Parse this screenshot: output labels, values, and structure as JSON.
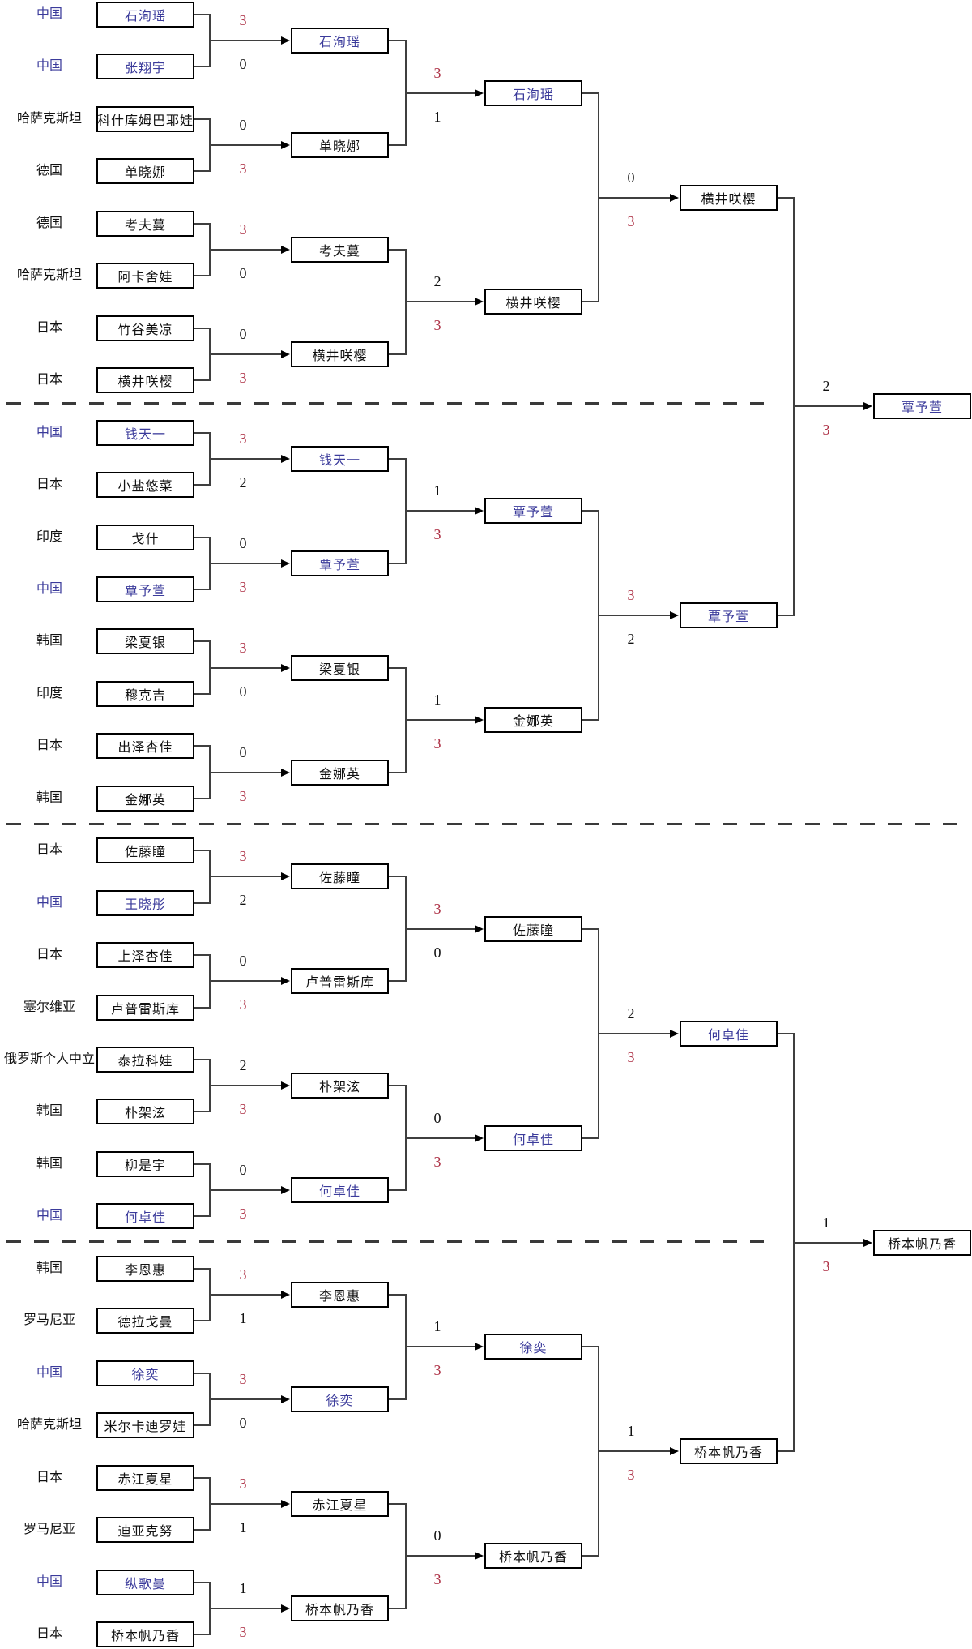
{
  "colors": {
    "china_blue": "#3b3b9b",
    "winner_red": "#ad2f44",
    "text_black": "#111111",
    "line_gray": "#3f3f3f"
  },
  "entries": [
    {
      "country": "中国",
      "name": "石洵瑶"
    },
    {
      "country": "中国",
      "name": "张翔宇"
    },
    {
      "country": "哈萨克斯坦",
      "name": "科什库姆巴耶娃"
    },
    {
      "country": "德国",
      "name": "单晓娜"
    },
    {
      "country": "德国",
      "name": "考夫蔓"
    },
    {
      "country": "哈萨克斯坦",
      "name": "阿卡舍娃"
    },
    {
      "country": "日本",
      "name": "竹谷美凉"
    },
    {
      "country": "日本",
      "name": "横井咲樱"
    },
    {
      "country": "中国",
      "name": "钱天一"
    },
    {
      "country": "日本",
      "name": "小盐悠菜"
    },
    {
      "country": "印度",
      "name": "戈什"
    },
    {
      "country": "中国",
      "name": "覃予萱"
    },
    {
      "country": "韩国",
      "name": "梁夏银"
    },
    {
      "country": "印度",
      "name": "穆克吉"
    },
    {
      "country": "日本",
      "name": "出泽杏佳"
    },
    {
      "country": "韩国",
      "name": "金娜英"
    },
    {
      "country": "日本",
      "name": "佐藤瞳"
    },
    {
      "country": "中国",
      "name": "王晓彤"
    },
    {
      "country": "日本",
      "name": "上泽杏佳"
    },
    {
      "country": "塞尔维亚",
      "name": "卢普雷斯库"
    },
    {
      "country": "俄罗斯个人中立",
      "name": "泰拉科娃"
    },
    {
      "country": "韩国",
      "name": "朴架泫"
    },
    {
      "country": "韩国",
      "name": "柳是宇"
    },
    {
      "country": "中国",
      "name": "何卓佳"
    },
    {
      "country": "韩国",
      "name": "李恩惠"
    },
    {
      "country": "罗马尼亚",
      "name": "德拉戈曼"
    },
    {
      "country": "中国",
      "name": "徐奕"
    },
    {
      "country": "哈萨克斯坦",
      "name": "米尔卡迪罗娃"
    },
    {
      "country": "日本",
      "name": "赤江夏星"
    },
    {
      "country": "罗马尼亚",
      "name": "迪亚克努"
    },
    {
      "country": "中国",
      "name": "纵歌曼"
    },
    {
      "country": "日本",
      "name": "桥本帆乃香"
    }
  ],
  "chinese_players": [
    "石洵瑶",
    "张翔宇",
    "钱天一",
    "覃予萱",
    "王晓彤",
    "何卓佳",
    "徐奕",
    "纵歌曼"
  ],
  "rounds": [
    {
      "name": "round-of-32",
      "matches": [
        {
          "top": "石洵瑶",
          "bottom": "张翔宇",
          "top_score": "3",
          "bottom_score": "0",
          "winner": "石洵瑶"
        },
        {
          "top": "科什库姆巴耶娃",
          "bottom": "单晓娜",
          "top_score": "0",
          "bottom_score": "3",
          "winner": "单晓娜"
        },
        {
          "top": "考夫蔓",
          "bottom": "阿卡舍娃",
          "top_score": "3",
          "bottom_score": "0",
          "winner": "考夫蔓"
        },
        {
          "top": "竹谷美凉",
          "bottom": "横井咲樱",
          "top_score": "0",
          "bottom_score": "3",
          "winner": "横井咲樱"
        },
        {
          "top": "钱天一",
          "bottom": "小盐悠菜",
          "top_score": "3",
          "bottom_score": "2",
          "winner": "钱天一"
        },
        {
          "top": "戈什",
          "bottom": "覃予萱",
          "top_score": "0",
          "bottom_score": "3",
          "winner": "覃予萱"
        },
        {
          "top": "梁夏银",
          "bottom": "穆克吉",
          "top_score": "3",
          "bottom_score": "0",
          "winner": "梁夏银"
        },
        {
          "top": "出泽杏佳",
          "bottom": "金娜英",
          "top_score": "0",
          "bottom_score": "3",
          "winner": "金娜英"
        },
        {
          "top": "佐藤瞳",
          "bottom": "王晓彤",
          "top_score": "3",
          "bottom_score": "2",
          "winner": "佐藤瞳"
        },
        {
          "top": "上泽杏佳",
          "bottom": "卢普雷斯库",
          "top_score": "0",
          "bottom_score": "3",
          "winner": "卢普雷斯库"
        },
        {
          "top": "泰拉科娃",
          "bottom": "朴架泫",
          "top_score": "2",
          "bottom_score": "3",
          "winner": "朴架泫"
        },
        {
          "top": "柳是宇",
          "bottom": "何卓佳",
          "top_score": "0",
          "bottom_score": "3",
          "winner": "何卓佳"
        },
        {
          "top": "李恩惠",
          "bottom": "德拉戈曼",
          "top_score": "3",
          "bottom_score": "1",
          "winner": "李恩惠"
        },
        {
          "top": "徐奕",
          "bottom": "米尔卡迪罗娃",
          "top_score": "3",
          "bottom_score": "0",
          "winner": "徐奕"
        },
        {
          "top": "赤江夏星",
          "bottom": "迪亚克努",
          "top_score": "3",
          "bottom_score": "1",
          "winner": "赤江夏星"
        },
        {
          "top": "纵歌曼",
          "bottom": "桥本帆乃香",
          "top_score": "1",
          "bottom_score": "3",
          "winner": "桥本帆乃香"
        }
      ]
    },
    {
      "name": "round-of-16",
      "matches": [
        {
          "top": "石洵瑶",
          "bottom": "单晓娜",
          "top_score": "3",
          "bottom_score": "1",
          "winner": "石洵瑶"
        },
        {
          "top": "考夫蔓",
          "bottom": "横井咲樱",
          "top_score": "2",
          "bottom_score": "3",
          "winner": "横井咲樱"
        },
        {
          "top": "钱天一",
          "bottom": "覃予萱",
          "top_score": "1",
          "bottom_score": "3",
          "winner": "覃予萱"
        },
        {
          "top": "梁夏银",
          "bottom": "金娜英",
          "top_score": "1",
          "bottom_score": "3",
          "winner": "金娜英"
        },
        {
          "top": "佐藤瞳",
          "bottom": "卢普雷斯库",
          "top_score": "3",
          "bottom_score": "0",
          "winner": "佐藤瞳"
        },
        {
          "top": "朴架泫",
          "bottom": "何卓佳",
          "top_score": "0",
          "bottom_score": "3",
          "winner": "何卓佳"
        },
        {
          "top": "李恩惠",
          "bottom": "徐奕",
          "top_score": "1",
          "bottom_score": "3",
          "winner": "徐奕"
        },
        {
          "top": "赤江夏星",
          "bottom": "桥本帆乃香",
          "top_score": "0",
          "bottom_score": "3",
          "winner": "桥本帆乃香"
        }
      ]
    },
    {
      "name": "quarterfinals",
      "matches": [
        {
          "top": "石洵瑶",
          "bottom": "横井咲樱",
          "top_score": "0",
          "bottom_score": "3",
          "winner": "横井咲樱"
        },
        {
          "top": "覃予萱",
          "bottom": "金娜英",
          "top_score": "3",
          "bottom_score": "2",
          "winner": "覃予萱"
        },
        {
          "top": "佐藤瞳",
          "bottom": "何卓佳",
          "top_score": "2",
          "bottom_score": "3",
          "winner": "何卓佳"
        },
        {
          "top": "徐奕",
          "bottom": "桥本帆乃香",
          "top_score": "1",
          "bottom_score": "3",
          "winner": "桥本帆乃香"
        }
      ]
    },
    {
      "name": "semifinals",
      "matches": [
        {
          "top": "横井咲樱",
          "bottom": "覃予萱",
          "top_score": "2",
          "bottom_score": "3",
          "winner": "覃予萱"
        },
        {
          "top": "何卓佳",
          "bottom": "桥本帆乃香",
          "top_score": "1",
          "bottom_score": "3",
          "winner": "桥本帆乃香"
        }
      ]
    }
  ]
}
